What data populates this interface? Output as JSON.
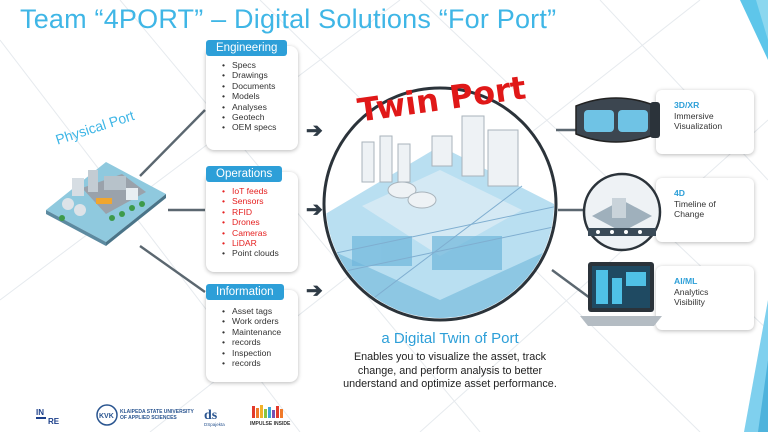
{
  "title": "Team “4PORT” – Digital Solutions “For Port”",
  "physical_port": {
    "label": "Physical Port"
  },
  "engineering": {
    "heading": "Engineering",
    "items": [
      "Specs",
      "Drawings",
      "Documents",
      "Models",
      "Analyses",
      "Geotech",
      "OEM specs"
    ]
  },
  "operations": {
    "heading": "Operations",
    "items": [
      {
        "text": "IoT feeds",
        "color": "red"
      },
      {
        "text": "Sensors",
        "color": "red"
      },
      {
        "text": "RFID",
        "color": "red"
      },
      {
        "text": "Drones",
        "color": "red"
      },
      {
        "text": "Cameras",
        "color": "red"
      },
      {
        "text": "LiDAR",
        "color": "red"
      },
      {
        "text": "Point clouds",
        "color": "default"
      }
    ]
  },
  "information": {
    "heading": "Information",
    "items": [
      "Asset tags",
      "Work orders",
      "Maintenance",
      "records",
      "Inspection",
      "records"
    ]
  },
  "twin_port": {
    "title": "Twin Port",
    "subtitle": "a Digital Twin of Port",
    "description": "Enables you to visualize the asset, track change, and perform analysis to better understand and optimize asset performance."
  },
  "outputs": [
    {
      "title": "3D/XR",
      "lines": [
        "Immersive",
        "Visualization"
      ]
    },
    {
      "title": "4D",
      "lines": [
        "Timeline of",
        "Change"
      ]
    },
    {
      "title": "AI/ML",
      "lines": [
        "Analytics",
        "Visibility"
      ]
    }
  ],
  "logos": {
    "inre": "IN RE",
    "kvk": "KVK",
    "kvk_text": [
      "KLAIPEDA STATE UNIVERSITY",
      "OF APPLIED SCIENCES"
    ],
    "ds": "DS",
    "ds_sub": "DSpajekta",
    "impulse": "IMPULSE INSIDE"
  },
  "colors": {
    "accent": "#3fb6e6",
    "header_blue": "#2d9fd8",
    "twin_red": "#e01818",
    "highlight_red": "#e52222"
  }
}
